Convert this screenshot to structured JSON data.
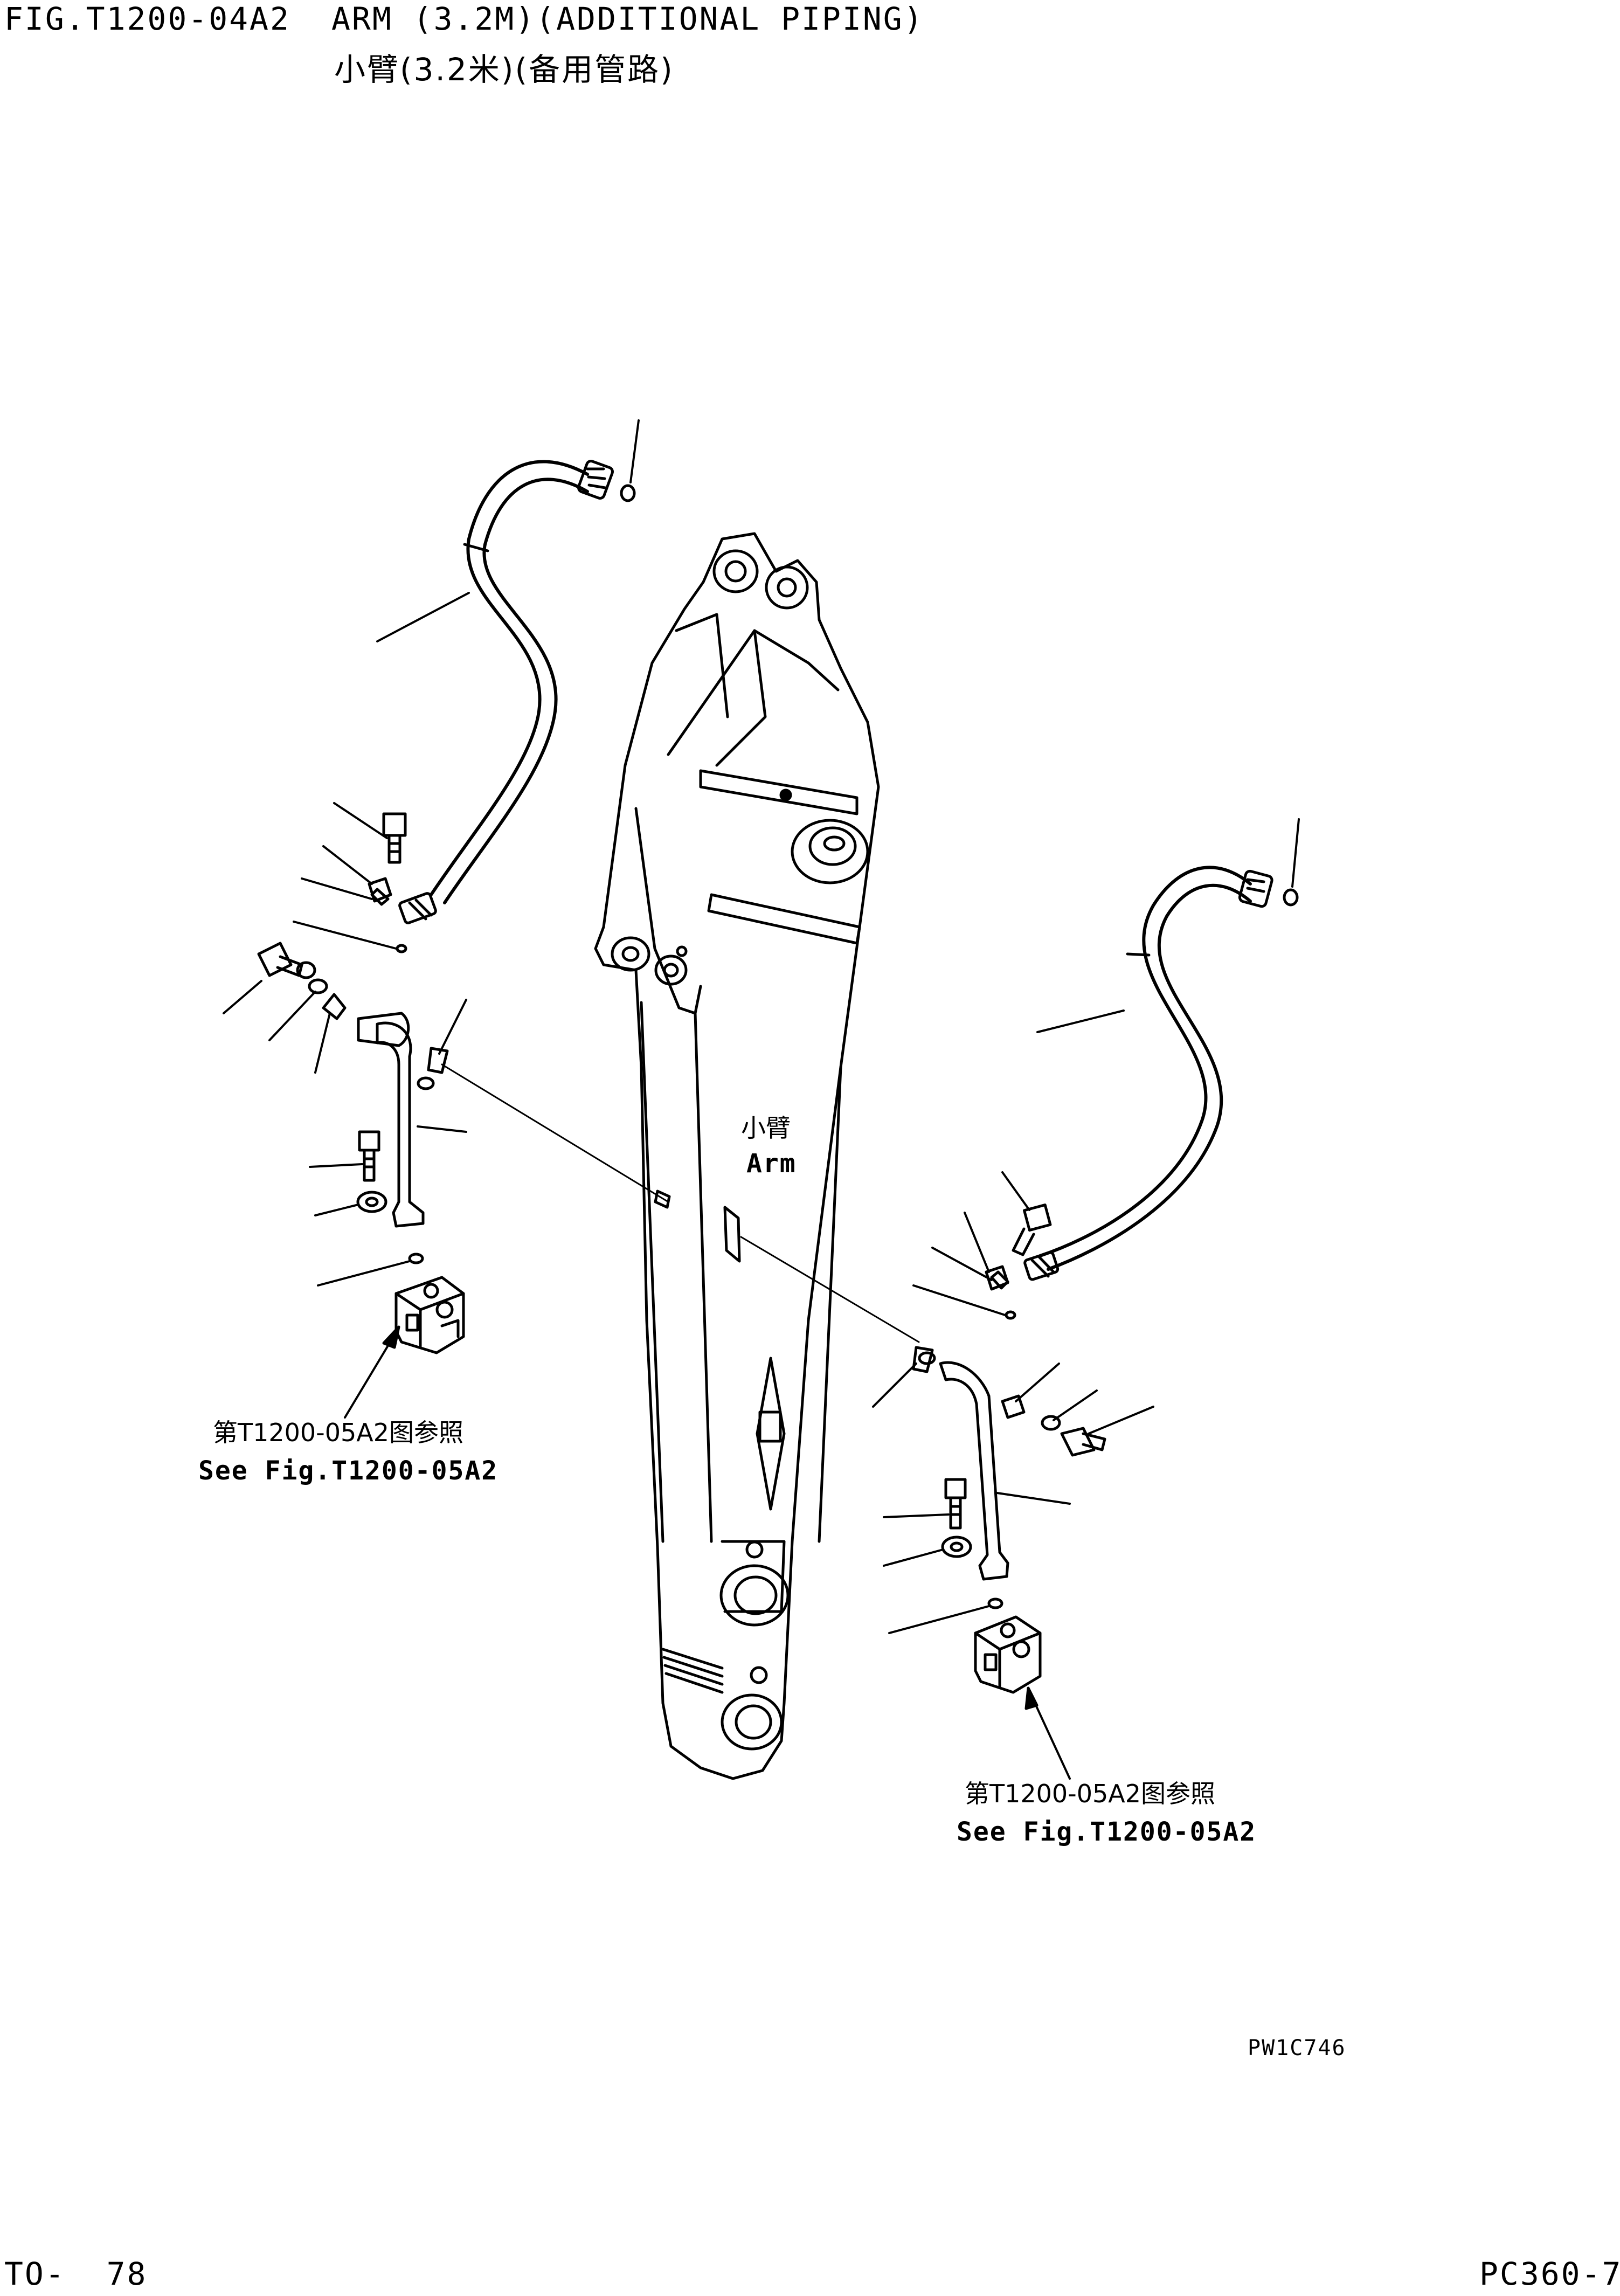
{
  "header": {
    "fig_code": "FIG.T1200-04A2",
    "title_en": "ARM (3.2M)(ADDITIONAL PIPING)",
    "title_cn": "小臂(3.2米)(备用管路)"
  },
  "arm_label": {
    "cn": "小臂",
    "en": "Arm"
  },
  "references": [
    {
      "cn": "第T1200-05A2图参照",
      "en": "See Fig.T1200-05A2"
    },
    {
      "cn": "第T1200-05A2图参照",
      "en": "See Fig.T1200-05A2"
    }
  ],
  "image_code": "PW1C746",
  "footer": {
    "page": "TO-  78",
    "model": "PC360-7"
  }
}
